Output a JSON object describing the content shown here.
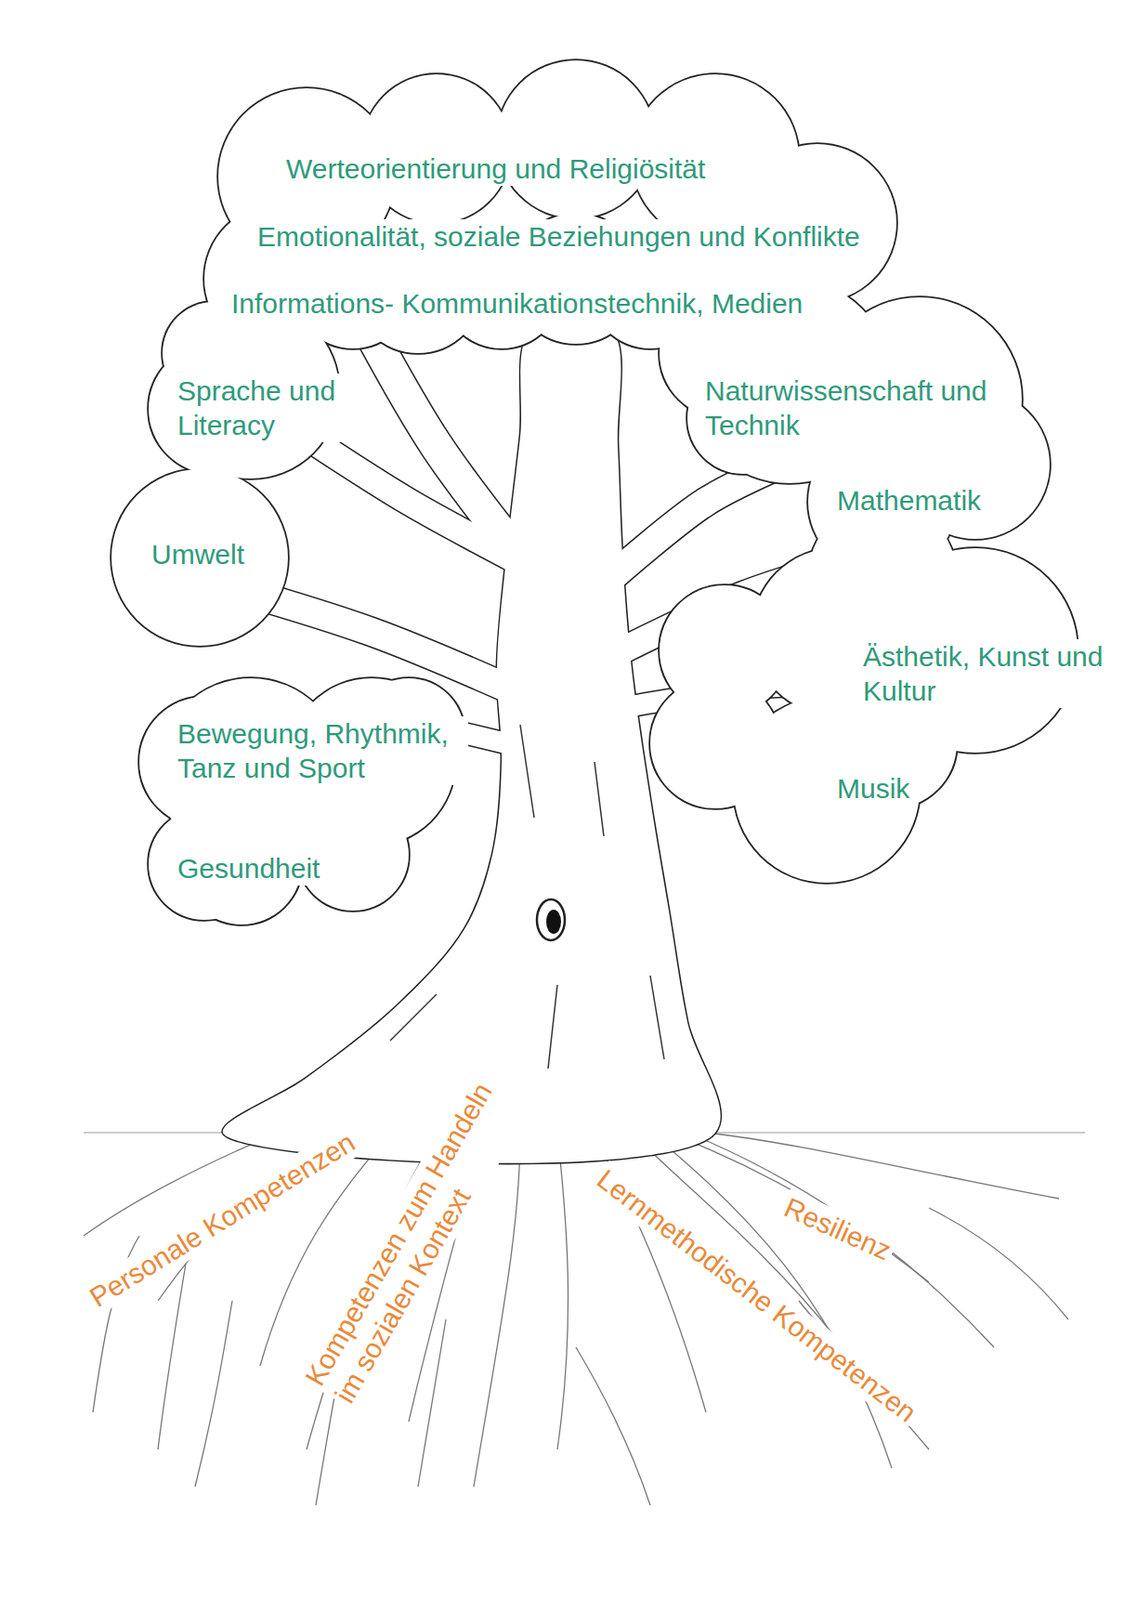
{
  "diagram": {
    "labels": [
      "Werteorientierung und Religiösität",
      "Emotionalität, soziale Beziehungen und Konflikte",
      "Informations- Kommunikationstechnik, Medien",
      "Sprache und Literacy",
      "Naturwissenschaft und Technik",
      "Mathematik",
      "Umwelt",
      "Ästhetik, Kunst und Kultur",
      "Bewegung, Rhythmik, Tanz und Sport",
      "Musik",
      "Gesundheit",
      "Personale Kompetenzen",
      "Kompetenzen zum Handeln im sozialen Kontext",
      "Lernmethodische Kompetenzen",
      "Resilienz"
    ]
  }
}
